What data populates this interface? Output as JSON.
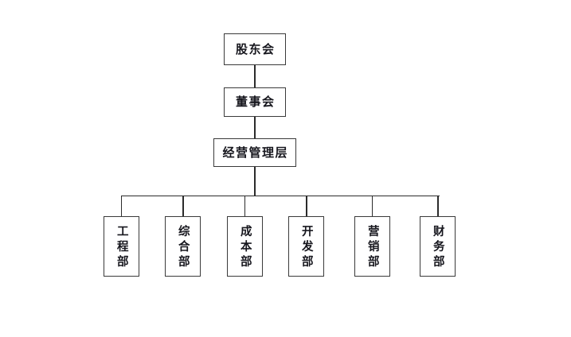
{
  "chart": {
    "type": "organization-chart",
    "title": "",
    "background_color": "#ffffff",
    "border_color": "#3a3a3a",
    "text_color": "#16161d",
    "connector_color": "#2b2b2b",
    "levels": [
      {
        "level": 1,
        "nodes": [
          {
            "id": "shareholders",
            "label": "股东会"
          }
        ]
      },
      {
        "level": 2,
        "nodes": [
          {
            "id": "board",
            "label": "董事会"
          }
        ]
      },
      {
        "level": 3,
        "nodes": [
          {
            "id": "management",
            "label": "经营管理层"
          }
        ]
      },
      {
        "level": 4,
        "nodes": [
          {
            "id": "engineering",
            "label": "工程部"
          },
          {
            "id": "general-affairs",
            "label": "综合部"
          },
          {
            "id": "cost",
            "label": "成本部"
          },
          {
            "id": "development",
            "label": "开发部"
          },
          {
            "id": "marketing",
            "label": "营销部"
          },
          {
            "id": "finance",
            "label": "财务部"
          }
        ]
      }
    ]
  }
}
